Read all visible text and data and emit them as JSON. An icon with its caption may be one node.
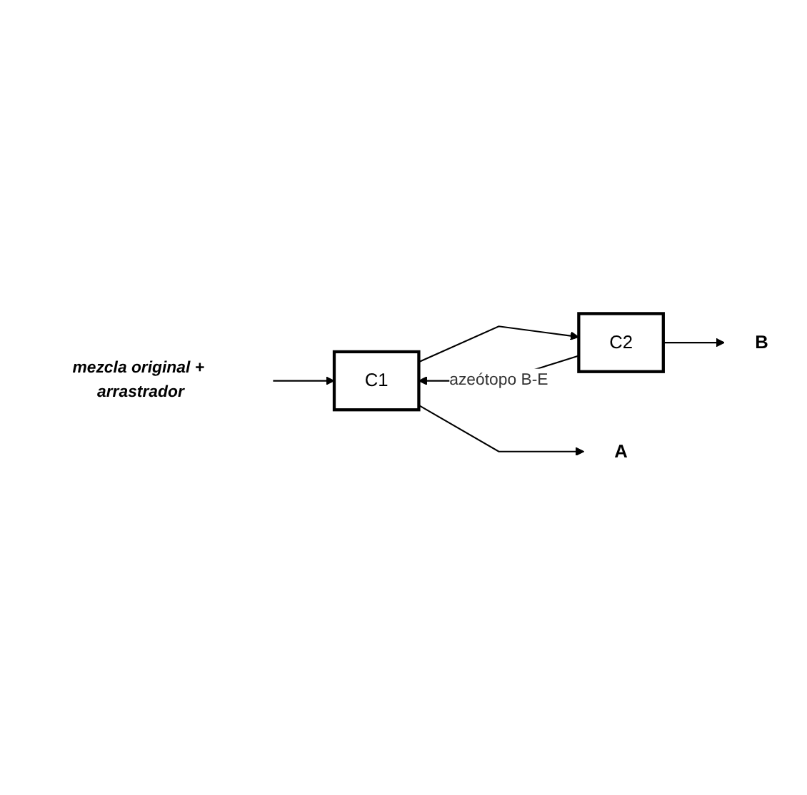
{
  "diagram": {
    "nodes": [
      {
        "text": [
          "C1"
        ]
      },
      {
        "text": [
          "C2"
        ]
      },
      {
        "text": [
          "A"
        ]
      },
      {
        "text": [
          "B"
        ]
      },
      {
        "text": [
          "mezcla original + arrastrador"
        ]
      }
    ],
    "edges": [
      {
        "from": 4,
        "to": 0,
        "arrow": "to"
      },
      {
        "from": 0,
        "to": 2,
        "arrow": "to"
      },
      {
        "from": 0,
        "to": 1,
        "arrow": "to"
      },
      {
        "from": 1,
        "to": 3,
        "arrow": "to"
      },
      {
        "from": 1,
        "to": 0,
        "arrow": "to",
        "label": "azeótopo B-E"
      }
    ]
  }
}
